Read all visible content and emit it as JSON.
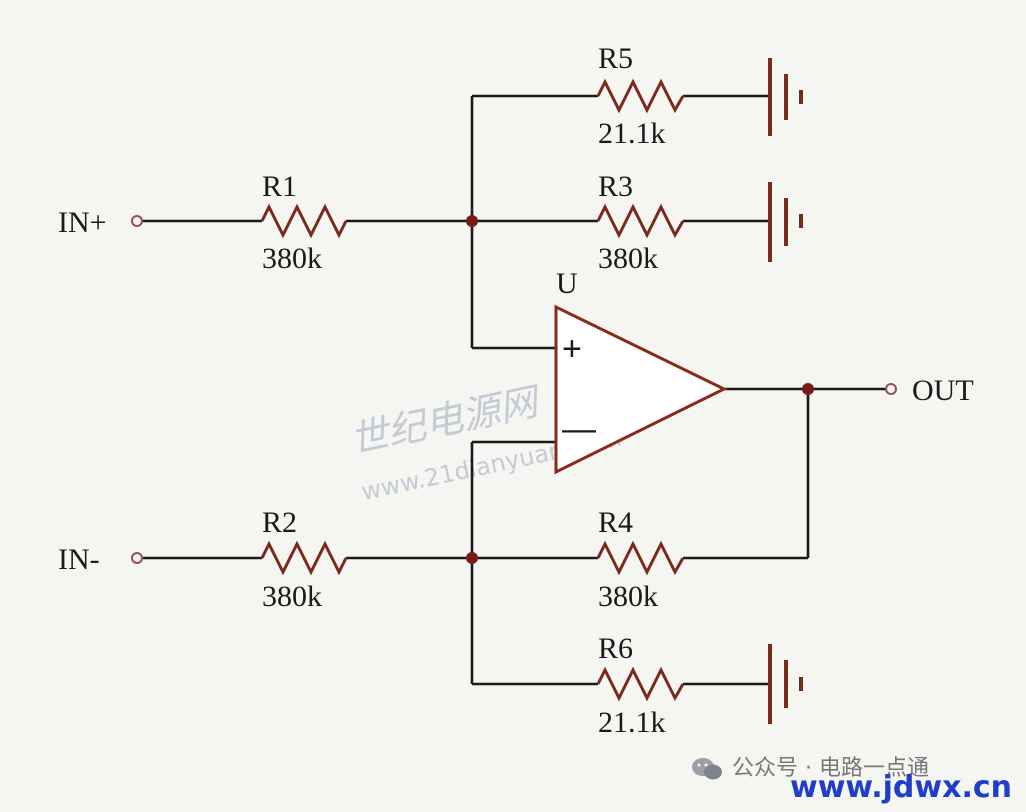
{
  "labels": {
    "in_plus": "IN+",
    "in_minus": "IN-",
    "out": "OUT",
    "opamp": "U",
    "plus_sign": "+",
    "minus_sign": "—"
  },
  "resistors": {
    "r1": {
      "name": "R1",
      "value": "380k"
    },
    "r2": {
      "name": "R2",
      "value": "380k"
    },
    "r3": {
      "name": "R3",
      "value": "380k"
    },
    "r4": {
      "name": "R4",
      "value": "380k"
    },
    "r5": {
      "name": "R5",
      "value": "21.1k"
    },
    "r6": {
      "name": "R6",
      "value": "21.1k"
    }
  },
  "watermark": {
    "cn": "世纪电源网",
    "url": "www.21dianyuan.com"
  },
  "footer": {
    "account": "公众号 · 电路一点通",
    "site": "www.jdwx.cn"
  },
  "colors": {
    "wire": "#1a1a1a",
    "component": "#7a2a1a",
    "junction": "#7a1a1a",
    "site_link": "#1f3fc9"
  }
}
